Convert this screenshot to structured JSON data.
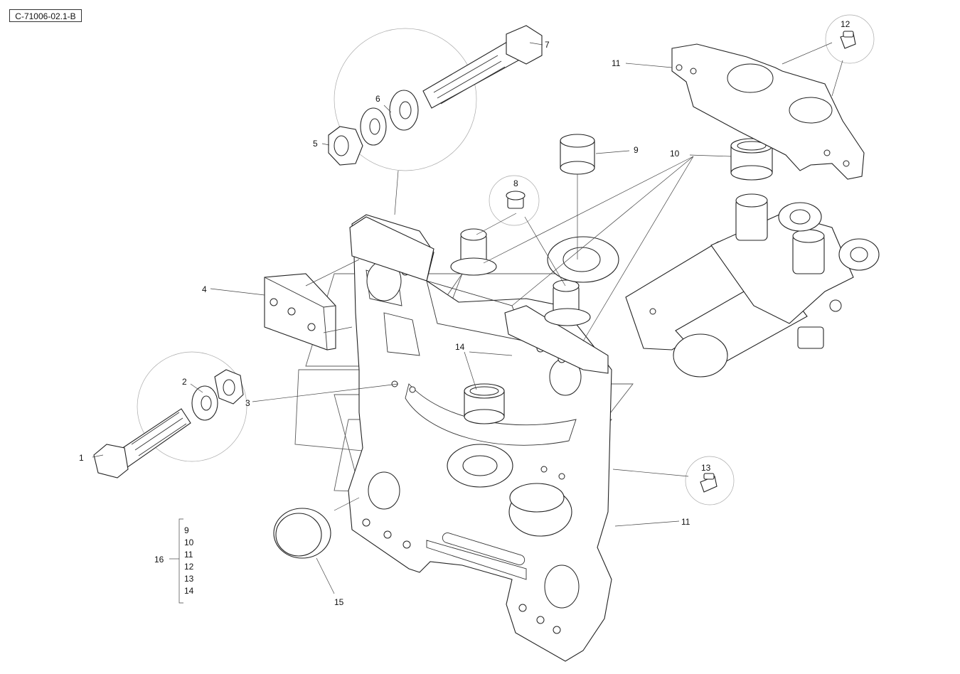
{
  "drawing": {
    "reference": "C-71006-02.1-B"
  },
  "callouts": [
    {
      "id": "c1",
      "label": "1"
    },
    {
      "id": "c2",
      "label": "2"
    },
    {
      "id": "c3",
      "label": "3"
    },
    {
      "id": "c4",
      "label": "4"
    },
    {
      "id": "c5",
      "label": "5"
    },
    {
      "id": "c6",
      "label": "6"
    },
    {
      "id": "c7",
      "label": "7"
    },
    {
      "id": "c8",
      "label": "8"
    },
    {
      "id": "c9",
      "label": "9"
    },
    {
      "id": "c10",
      "label": "10"
    },
    {
      "id": "c11a",
      "label": "11"
    },
    {
      "id": "c11b",
      "label": "11"
    },
    {
      "id": "c12",
      "label": "12"
    },
    {
      "id": "c13",
      "label": "13"
    },
    {
      "id": "c14",
      "label": "14"
    },
    {
      "id": "c15",
      "label": "15"
    },
    {
      "id": "c16",
      "label": "16"
    }
  ],
  "kit_list": {
    "items": [
      "9",
      "10",
      "11",
      "12",
      "13",
      "14"
    ]
  }
}
